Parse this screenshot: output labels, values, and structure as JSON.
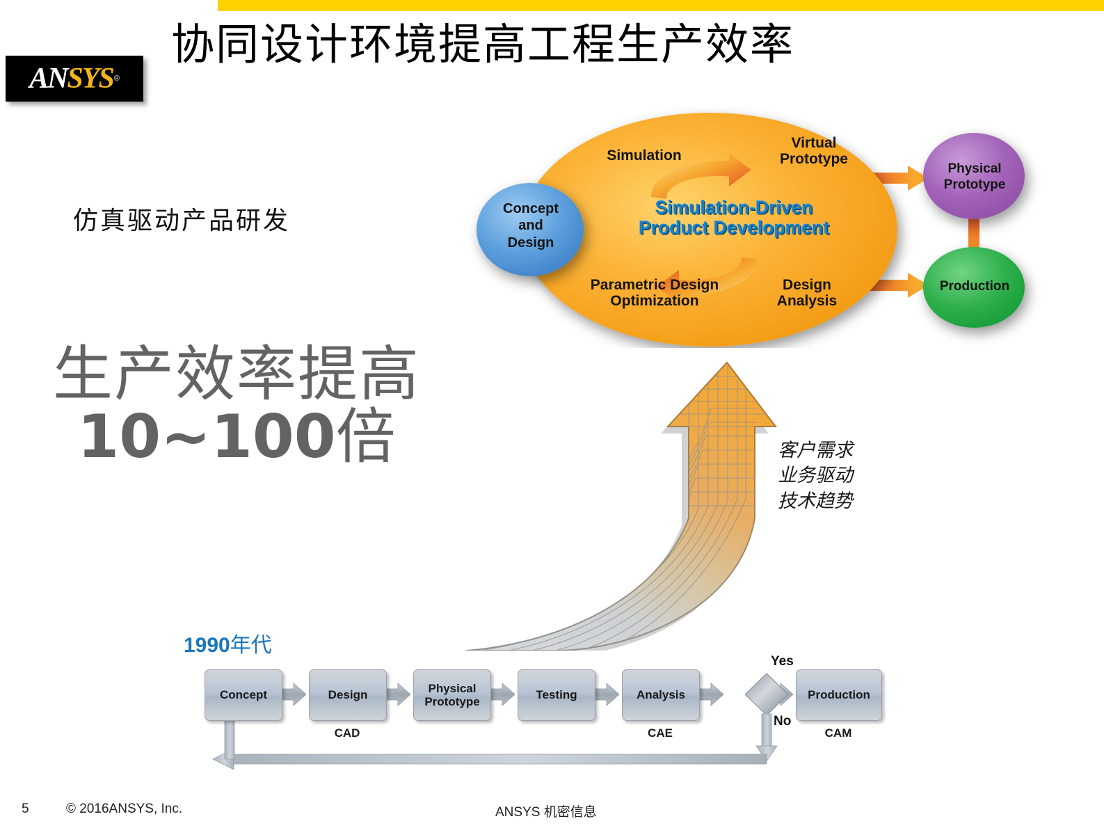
{
  "slide": {
    "title": "协同设计环境提高工程生产效率",
    "subtitle": "仿真驱动产品研发",
    "headline_line1": "生产效率提高",
    "headline_line2_num": "10~100",
    "headline_line2_cjk": "倍",
    "notes": [
      "客户需求",
      "业务驱动",
      "技术趋势"
    ],
    "era_number": "1990",
    "era_cjk": "年代"
  },
  "logo": {
    "part1": "AN",
    "part2": "SYS",
    "registered": "®"
  },
  "footer": {
    "page_number": "5",
    "copyright": "© 2016ANSYS, Inc.",
    "confidential": "ANSYS 机密信息"
  },
  "diagram": {
    "center_title_line1": "Simulation-Driven",
    "center_title_line2": "Product Development",
    "concept_bubble": [
      "Concept",
      "and",
      "Design"
    ],
    "ellipse_labels": {
      "top_left": "Simulation",
      "top_right_line1": "Virtual",
      "top_right_line2": "Prototype",
      "bottom_left_line1": "Parametric Design",
      "bottom_left_line2": "Optimization",
      "bottom_right_line1": "Design",
      "bottom_right_line2": "Analysis"
    },
    "physical_prototype_line1": "Physical",
    "physical_prototype_line2": "Prototype",
    "production": "Production"
  },
  "flowchart": {
    "boxes": [
      {
        "line1": "Concept",
        "line2": ""
      },
      {
        "line1": "Design",
        "line2": ""
      },
      {
        "line1": "Physical",
        "line2": "Prototype"
      },
      {
        "line1": "Testing",
        "line2": ""
      },
      {
        "line1": "Analysis",
        "line2": ""
      },
      {
        "line1": "Production",
        "line2": ""
      }
    ],
    "under_labels": {
      "cad": "CAD",
      "cae": "CAE",
      "cam": "CAM"
    },
    "decision_yes": "Yes",
    "decision_no": "No"
  },
  "colors": {
    "accent_yellow": "#FFD200",
    "brand_gold": "#F2B418",
    "ellipse_orange": "#F7A81B",
    "bubble_blue": "#4E94D9",
    "prototype_purple": "#A263B8",
    "production_green": "#2DAD4A",
    "era_blue": "#1B76BC",
    "headline_gray": "#636363",
    "sdpd_blue": "#1C7FC0"
  }
}
